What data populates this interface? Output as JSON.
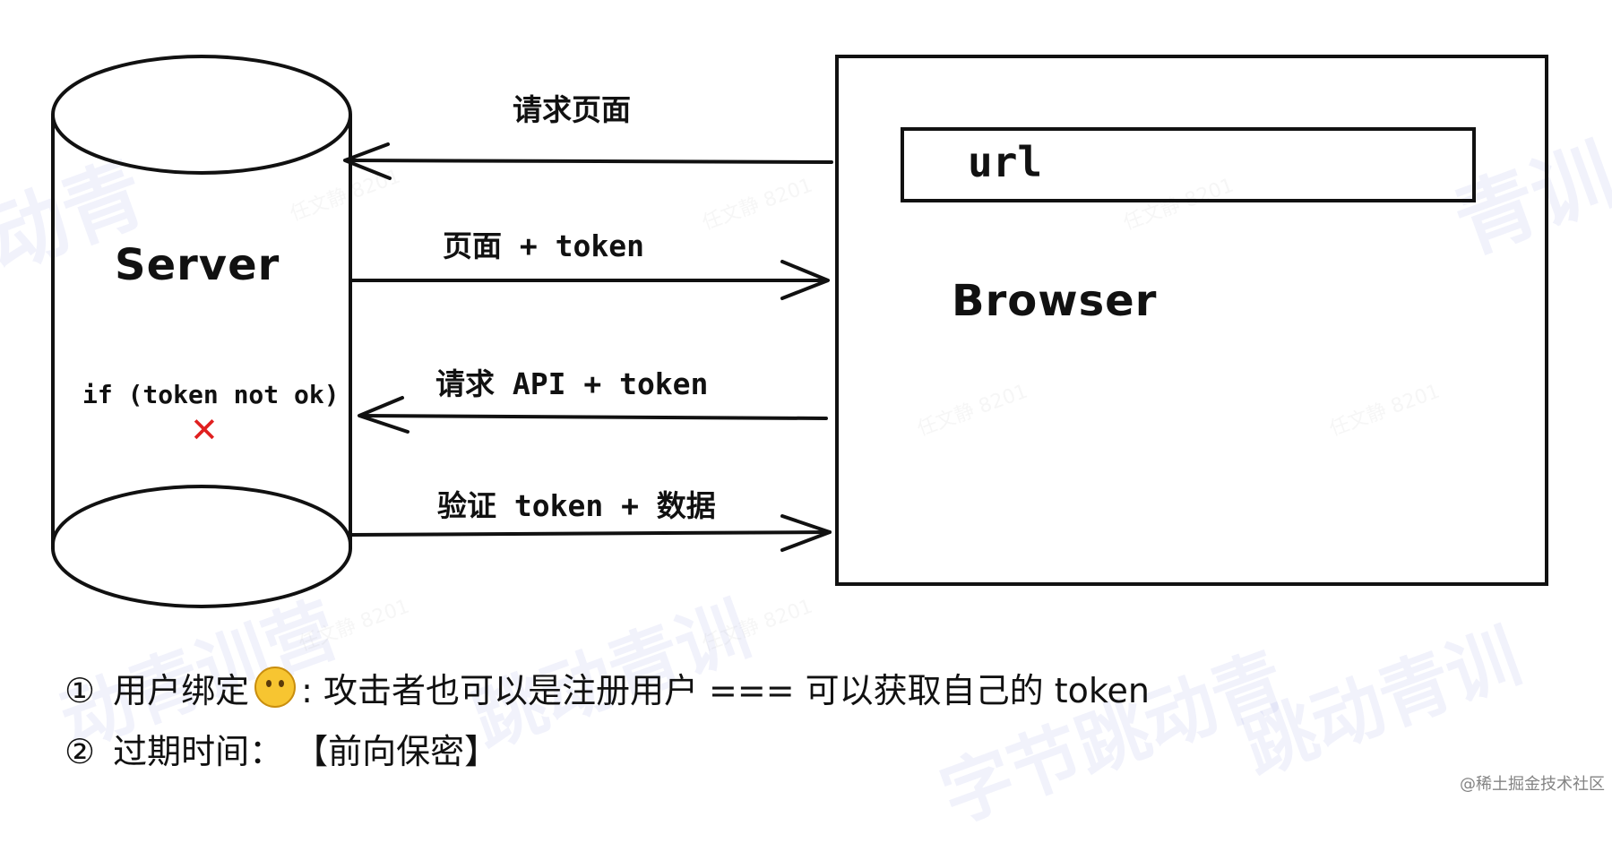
{
  "diagram": {
    "server_label": "Server",
    "condition_text": "if (token not ok)",
    "reject_mark": "✕",
    "url_label": "url",
    "browser_label": "Browser",
    "arrows": [
      {
        "label": "请求页面",
        "direction": "to-server"
      },
      {
        "label": "页面 + token",
        "direction": "to-browser"
      },
      {
        "label": "请求 API + token",
        "direction": "to-server"
      },
      {
        "label": "验证 token + 数据",
        "direction": "to-browser"
      }
    ]
  },
  "notes": [
    {
      "number": "①",
      "before_emoji": "用户绑定",
      "emoji": "thinking-face-icon",
      "after_emoji": ":  攻击者也可以是注册用户 === 可以获取自己的 token"
    },
    {
      "number": "②",
      "text": "过期时间： 【前向保密】"
    }
  ],
  "credit": "@稀土掘金技术社区",
  "colors": {
    "ink": "#111111",
    "reject": "#e02020",
    "watermark": "#7882dc"
  }
}
